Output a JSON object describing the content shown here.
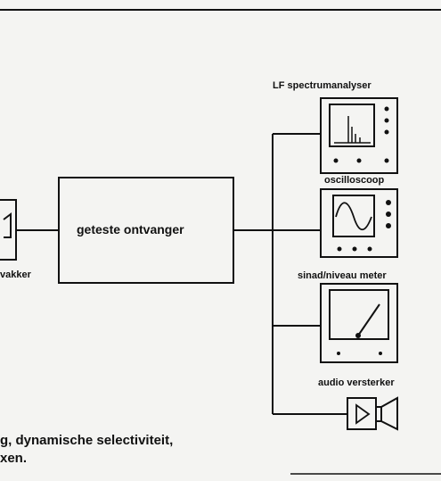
{
  "diagram": {
    "receiver_label": "geteste ontvanger",
    "left_label_partial": "vakker",
    "instruments": {
      "spectrum_analyser": "LF spectrumanalyser",
      "oscilloscope": "oscilloscoop",
      "sinad_meter": "sinad/niveau meter",
      "audio_amplifier": "audio versterker"
    }
  },
  "caption": {
    "line1": "g, dynamische selectiviteit,",
    "line2": "xen."
  }
}
